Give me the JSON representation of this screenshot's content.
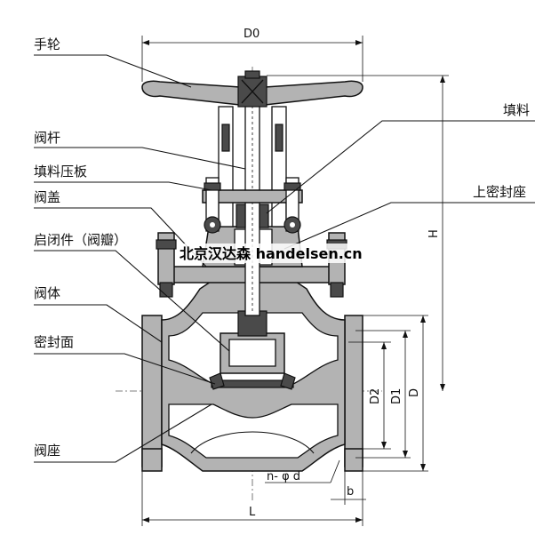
{
  "labels": {
    "handwheel": "手轮",
    "stem": "阀杆",
    "gland": "填料压板",
    "bonnet": "阀盖",
    "disc": "启闭件（阀瓣）",
    "body": "阀体",
    "seal_face": "密封面",
    "seat": "阀座",
    "packing": "填料",
    "back_seat": "上密封座"
  },
  "dimensions": {
    "d0": "D0",
    "h": "H",
    "d2": "D2",
    "d1": "D1",
    "d": "D",
    "l": "L",
    "bolt_holes": "n- φ d",
    "b": "b"
  },
  "watermark": "北京汉达森 handelsen.cn"
}
